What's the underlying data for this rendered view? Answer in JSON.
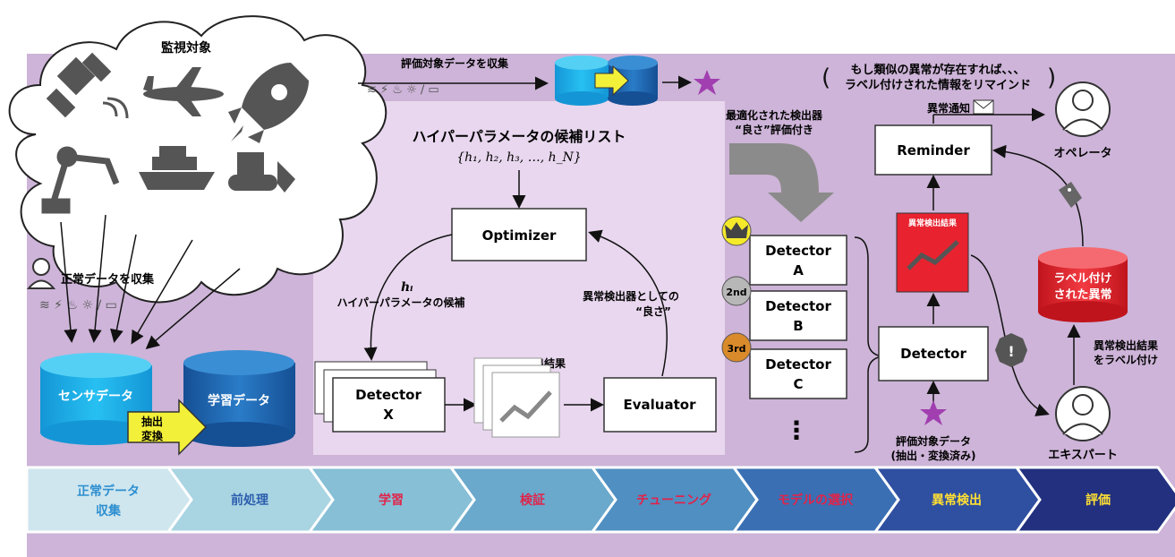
{
  "cloud": {
    "title": "監視対象"
  },
  "top": {
    "collect_eval": "評価対象データを収集",
    "paren_line1": "もし類似の異常が存在すれば、、、",
    "paren_line2": "ラベル付けされた情報をリマインド",
    "notify": "異常通知"
  },
  "left": {
    "collect_normal": "正常データを収集",
    "db_sensor": "センサデータ",
    "db_train": "学習データ",
    "extract1": "抽出",
    "extract2": "変換"
  },
  "center": {
    "hp_list_title": "ハイパーパラメータの候補リスト",
    "hp_list_formula": "{h₁, h₂, h₃, …, h_N}",
    "optimizer": "Optimizer",
    "hi": "hᵢ",
    "hp_candidate": "ハイパーパラメータの候補",
    "goodness1": "異常検出器としての",
    "goodness2": "“良さ”",
    "detector_x1": "Detector",
    "detector_x2": "X",
    "score_result": "異常度算出結果",
    "evaluator": "Evaluator"
  },
  "right": {
    "optimized1": "最適化された検出器",
    "optimized2": "“良さ”評価付き",
    "detectors": [
      {
        "badge": "",
        "line1": "Detector",
        "line2": "A"
      },
      {
        "badge": "2nd",
        "line1": "Detector",
        "line2": "B"
      },
      {
        "badge": "3rd",
        "line1": "Detector",
        "line2": "C"
      }
    ],
    "dots": "⋮",
    "reminder": "Reminder",
    "operator": "オペレータ",
    "anomaly_result": "異常検出結果",
    "labeled1": "ラベル付け",
    "labeled2": "された異常",
    "detector": "Detector",
    "label_action1": "異常検出結果",
    "label_action2": "をラベル付け",
    "eval_data1": "評価対象データ",
    "eval_data2": "(抽出・変換済み)",
    "expert": "エキスパート"
  },
  "pipeline": {
    "steps": [
      {
        "label1": "正常データ",
        "label2": "収集",
        "color": "#cfe6ee",
        "text_color": "#2e8fd0"
      },
      {
        "label1": "前処理",
        "label2": "",
        "color": "#a9d4e2",
        "text_color": "#2d5fae"
      },
      {
        "label1": "学習",
        "label2": "",
        "color": "#86bfd6",
        "text_color": "#e0244a"
      },
      {
        "label1": "検証",
        "label2": "",
        "color": "#6aa8cc",
        "text_color": "#e0244a"
      },
      {
        "label1": "チューニング",
        "label2": "",
        "color": "#4f8fc2",
        "text_color": "#e0244a"
      },
      {
        "label1": "モデルの選択",
        "label2": "",
        "color": "#3a6fb3",
        "text_color": "#e0244a"
      },
      {
        "label1": "異常検出",
        "label2": "",
        "color": "#2f4fa0",
        "text_color": "#ffe033"
      },
      {
        "label1": "評価",
        "label2": "",
        "color": "#22307f",
        "text_color": "#ffe033"
      }
    ]
  },
  "colors": {
    "bg_panel": "#cdb4d8",
    "inner_panel": "#e8d7ee",
    "cyan": "#19aee6",
    "blue": "#1e6fb8",
    "red": "#e8232f",
    "star": "#a13fb0"
  }
}
